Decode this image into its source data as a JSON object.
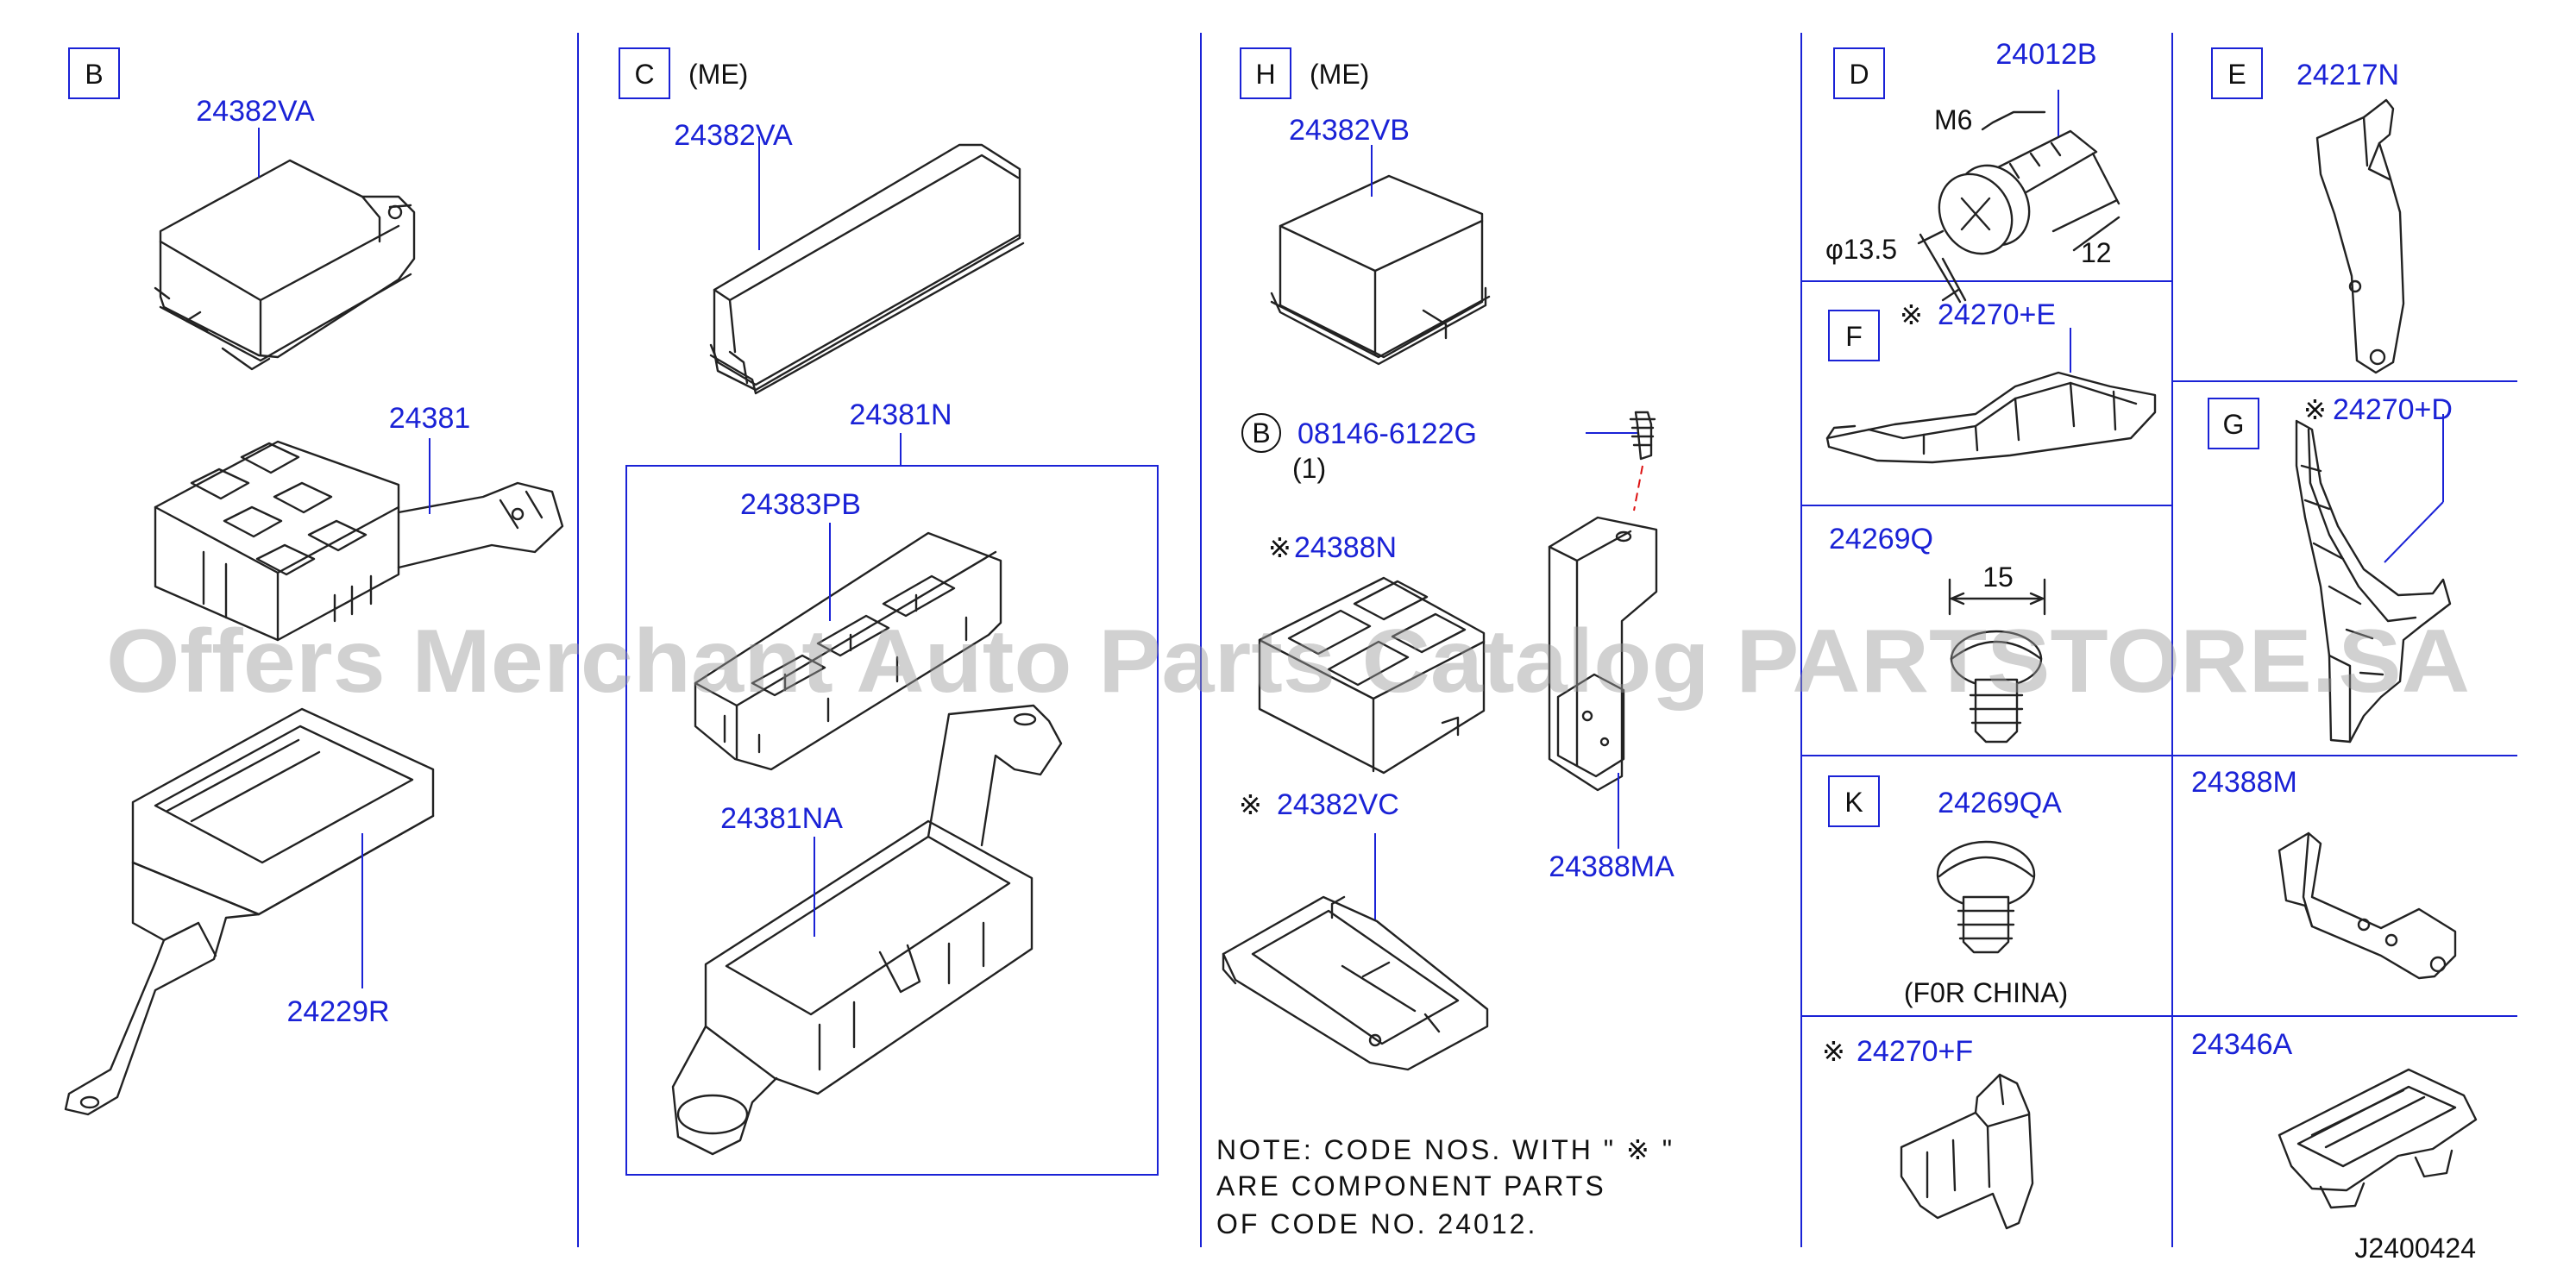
{
  "sections": {
    "B": {
      "letter": "B"
    },
    "C": {
      "letter": "C",
      "suffix": "(ME)"
    },
    "H": {
      "letter": "H",
      "suffix": "(ME)"
    },
    "D": {
      "letter": "D"
    },
    "E": {
      "letter": "E"
    },
    "F": {
      "letter": "F"
    },
    "G": {
      "letter": "G"
    },
    "K": {
      "letter": "K"
    }
  },
  "parts": {
    "b_24382VA": "24382VA",
    "b_24381": "24381",
    "b_24229R": "24229R",
    "c_24382VA": "24382VA",
    "c_24381N": "24381N",
    "c_24383PB": "24383PB",
    "c_24381NA": "24381NA",
    "h_24382VB": "24382VB",
    "h_bolt": "08146-6122G",
    "h_bolt_qty": "(1)",
    "h_bolt_mark": "B",
    "h_24388N": "24388N",
    "h_24382VC": "24382VC",
    "h_24388MA": "24388MA",
    "d_24012B": "24012B",
    "e_24217N": "24217N",
    "f_24270E": "24270+E",
    "g_24270D": "24270+D",
    "q_24269Q": "24269Q",
    "k_24269QA": "24269QA",
    "m_24388M": "24388M",
    "r_24270F": "24270+F",
    "a_24346A": "24346A"
  },
  "marks": {
    "asterisk": "※"
  },
  "dims": {
    "d_thread": "M6",
    "d_dia": "φ13.5",
    "d_len": "12",
    "q_width": "15"
  },
  "notes": {
    "china": "(F0R  CHINA)",
    "line1": "NOTE:  CODE  NOS.  WITH  \"  ※ \"",
    "line2": "ARE  COMPONENT  PARTS",
    "line3": "OF  CODE  NO.  24012."
  },
  "drawing_code": "J2400424",
  "watermark": "Offers Merchant Auto Parts Catalog PARTSTORE.SA"
}
